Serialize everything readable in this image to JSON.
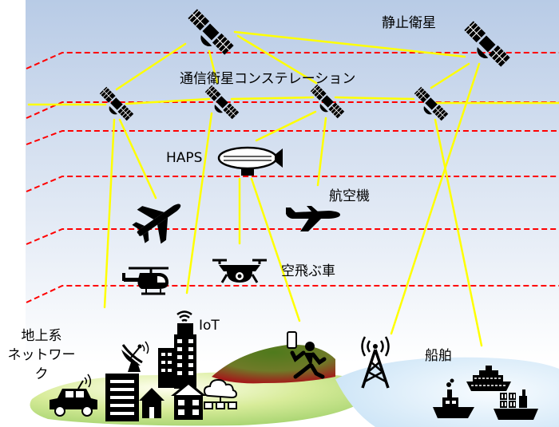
{
  "labels": {
    "geo_satellite": "静止衛星",
    "constellation": "通信衛星コンステレーション",
    "haps": "HAPS",
    "aircraft": "航空機",
    "flying_car": "空飛ぶ車",
    "iot": "IoT",
    "terrestrial_network": "地上系\nネットワーク",
    "ships": "船舶"
  },
  "colors": {
    "sky_top": "#b8cbe6",
    "sky_bottom": "#ffffff",
    "orbit_line": "#ff0000",
    "link_line": "#ffff00",
    "ground_green": "#c6e07a",
    "sea": "#d6eaf8",
    "hill": "#5e7f2a",
    "hill_red": "#a01818",
    "icon": "#000000"
  },
  "icons": [
    "satellite-icon",
    "airship-icon",
    "airplane-icon",
    "helicopter-icon",
    "drone-icon",
    "runner-with-phone-icon",
    "radio-tower-icon",
    "satellite-dish-icon",
    "building-icon",
    "house-icon",
    "car-icon",
    "cloud-network-icon",
    "ship-icon",
    "wifi-icon"
  ]
}
